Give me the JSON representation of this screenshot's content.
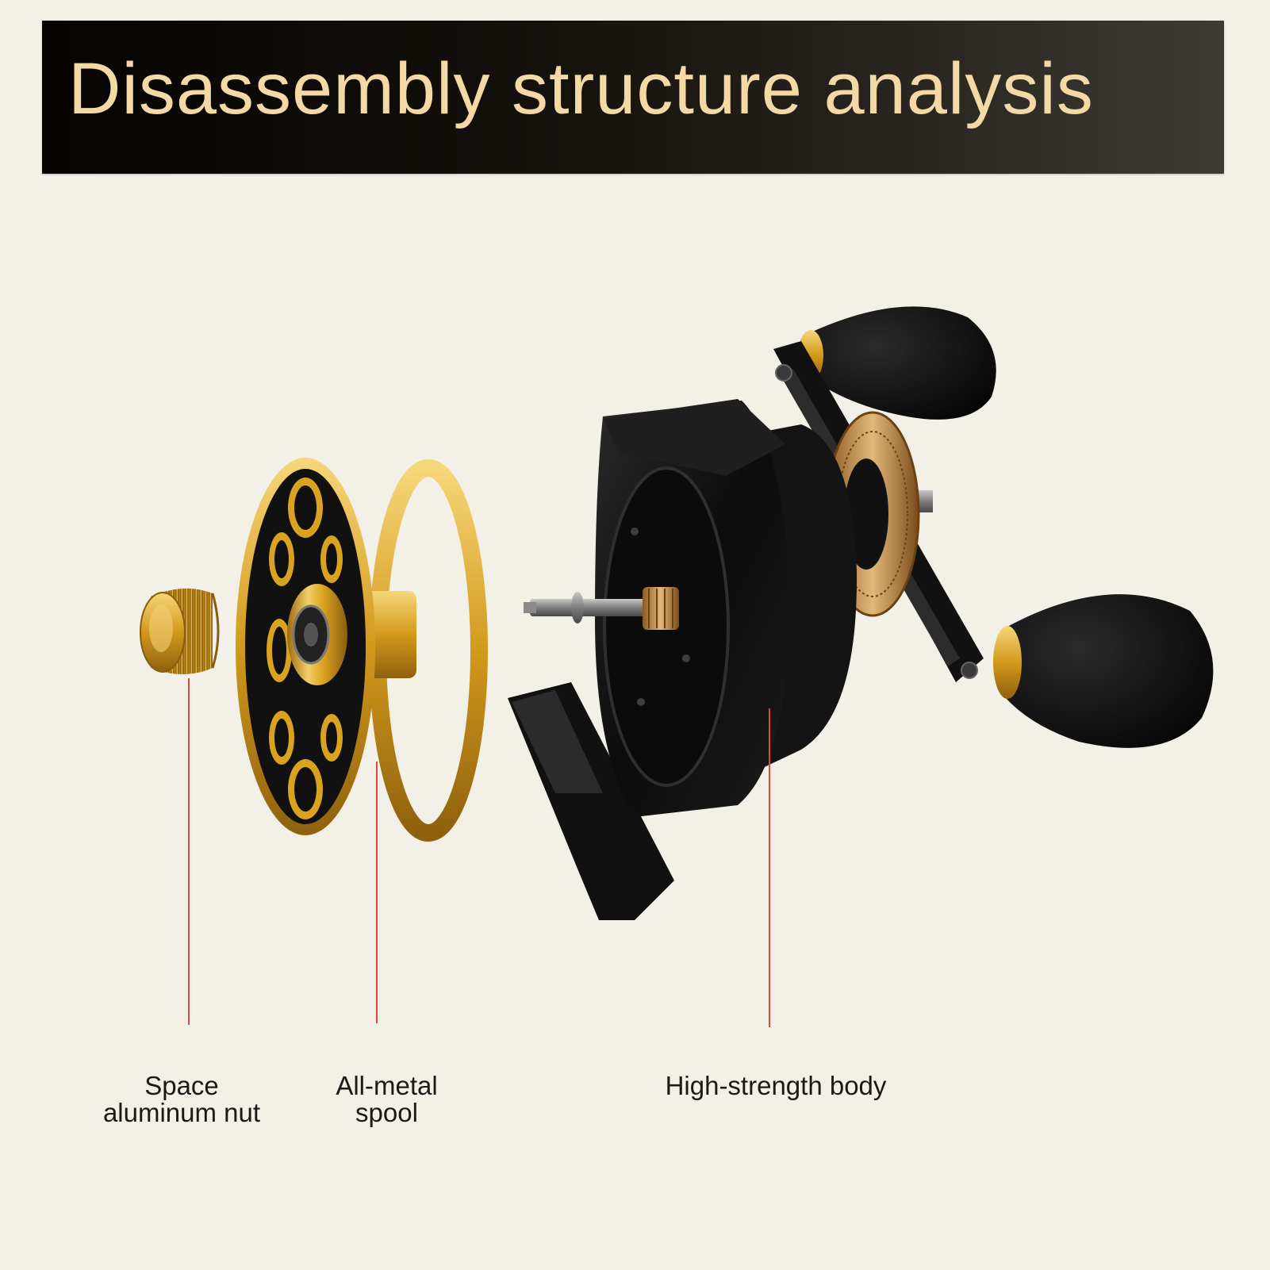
{
  "banner": {
    "title": "Disassembly structure analysis"
  },
  "colors": {
    "background": "#f3f0e8",
    "banner_dark": "#050402",
    "banner_light": "#3e3a35",
    "title_gold": "#f4d9a4",
    "metal_gold": "#d9a21f",
    "body_black": "#0c0c0c",
    "leader_red": "#e04848"
  },
  "parts": [
    {
      "id": "nut",
      "label_lines": [
        "Space",
        "aluminum nut"
      ]
    },
    {
      "id": "spool",
      "label_lines": [
        "All-metal",
        "spool"
      ]
    },
    {
      "id": "body",
      "label_lines": [
        "High-strength body"
      ]
    }
  ],
  "icons": {
    "nut": "knurled-nut-icon",
    "spool": "fishing-reel-spool-icon",
    "body": "reel-body-icon",
    "handle": "reel-handle-icon"
  }
}
